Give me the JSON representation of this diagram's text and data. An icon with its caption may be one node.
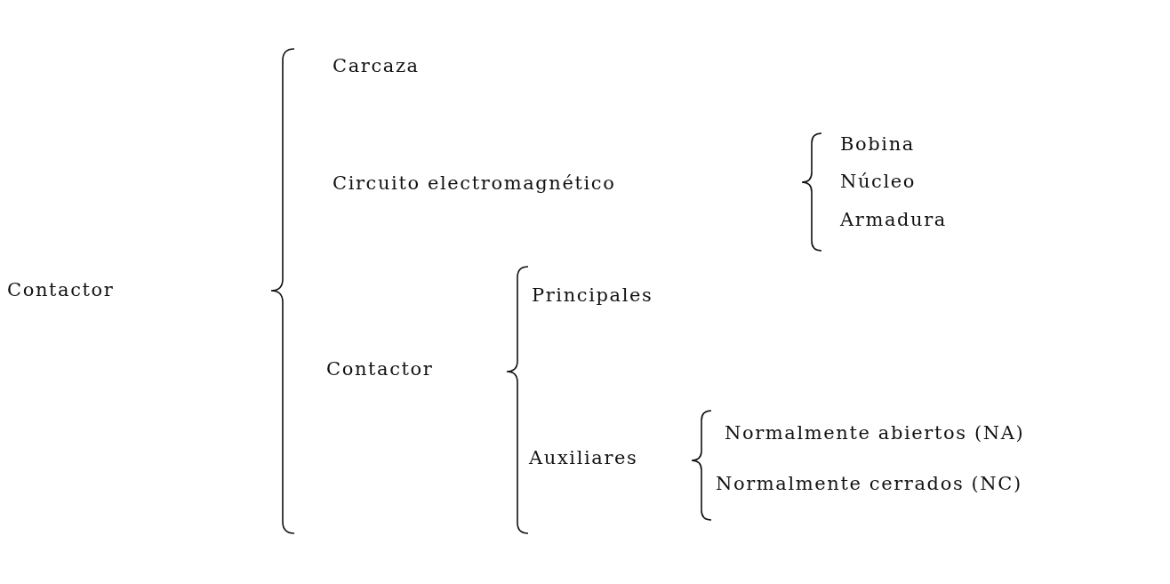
{
  "diagram": {
    "nodes": [
      {
        "text": [
          "Contactor"
        ]
      },
      {
        "text": [
          "Carcaza"
        ]
      },
      {
        "text": [
          "Circuito electromagnético"
        ]
      },
      {
        "text": [
          "Bobina"
        ]
      },
      {
        "text": [
          "Núcleo"
        ]
      },
      {
        "text": [
          "Armadura"
        ]
      },
      {
        "text": [
          "Contactor"
        ]
      },
      {
        "text": [
          "Principales"
        ]
      },
      {
        "text": [
          "Auxiliares"
        ]
      },
      {
        "text": [
          "Normalmente abiertos (NA)"
        ]
      },
      {
        "text": [
          "Normalmente cerrados (NC)"
        ]
      }
    ]
  }
}
